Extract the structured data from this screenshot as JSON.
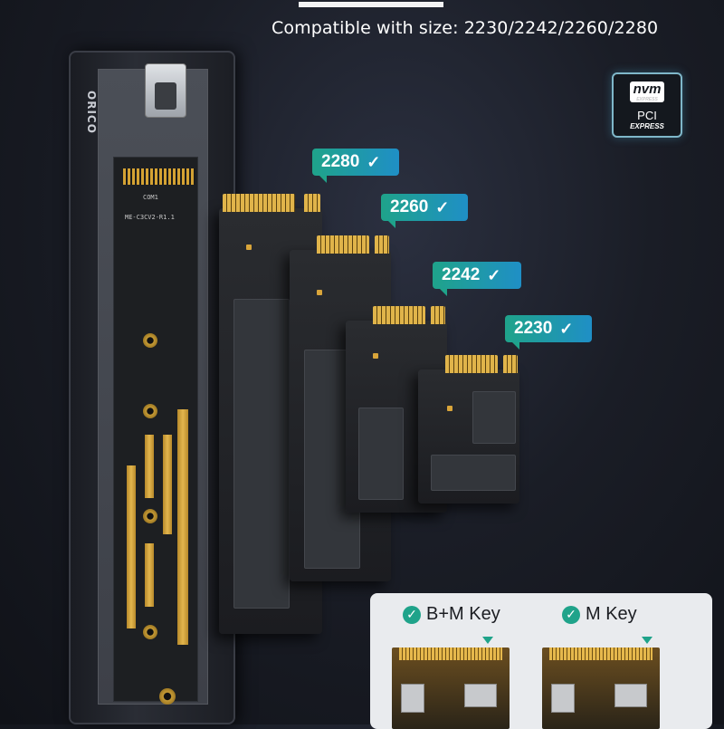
{
  "subtitle": "Compatible with size: 2230/2242/2260/2280",
  "brand": "ORICO",
  "board": {
    "com_label": "COM1",
    "rev_label": "ME-C3CV2-R1.1"
  },
  "sizes": [
    {
      "label": "2280",
      "check": "✓"
    },
    {
      "label": "2260",
      "check": "✓"
    },
    {
      "label": "2242",
      "check": "✓"
    },
    {
      "label": "2230",
      "check": "✓"
    }
  ],
  "badge": {
    "nvm": "nvm",
    "nvm_express": "EXPRESS",
    "pci": "PCI",
    "express": "EXPRESS"
  },
  "keys": {
    "bm_label": "B+M Key",
    "m_label": "M Key",
    "check": "✓"
  },
  "colors": {
    "accent_teal": "#1fa38a",
    "accent_blue": "#1f8fc6",
    "gold": "#d4a233",
    "background": "#1a1d26"
  }
}
